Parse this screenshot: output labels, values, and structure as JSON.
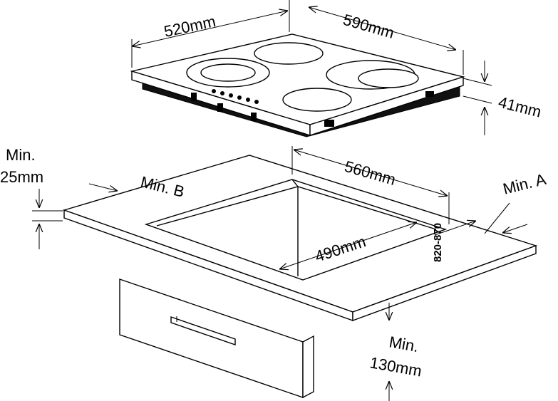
{
  "labels": {
    "hob_depth": "520mm",
    "hob_width": "590mm",
    "hob_height": "41mm",
    "min_top_line1": "Min.",
    "min_top_line2": "25mm",
    "min_b": "Min. B",
    "cutout_width": "560mm",
    "min_a": "Min. A",
    "cutout_depth": "490mm",
    "counter_height": "820-870",
    "min_bottom_line1": "Min.",
    "min_bottom_line2": "130mm"
  }
}
